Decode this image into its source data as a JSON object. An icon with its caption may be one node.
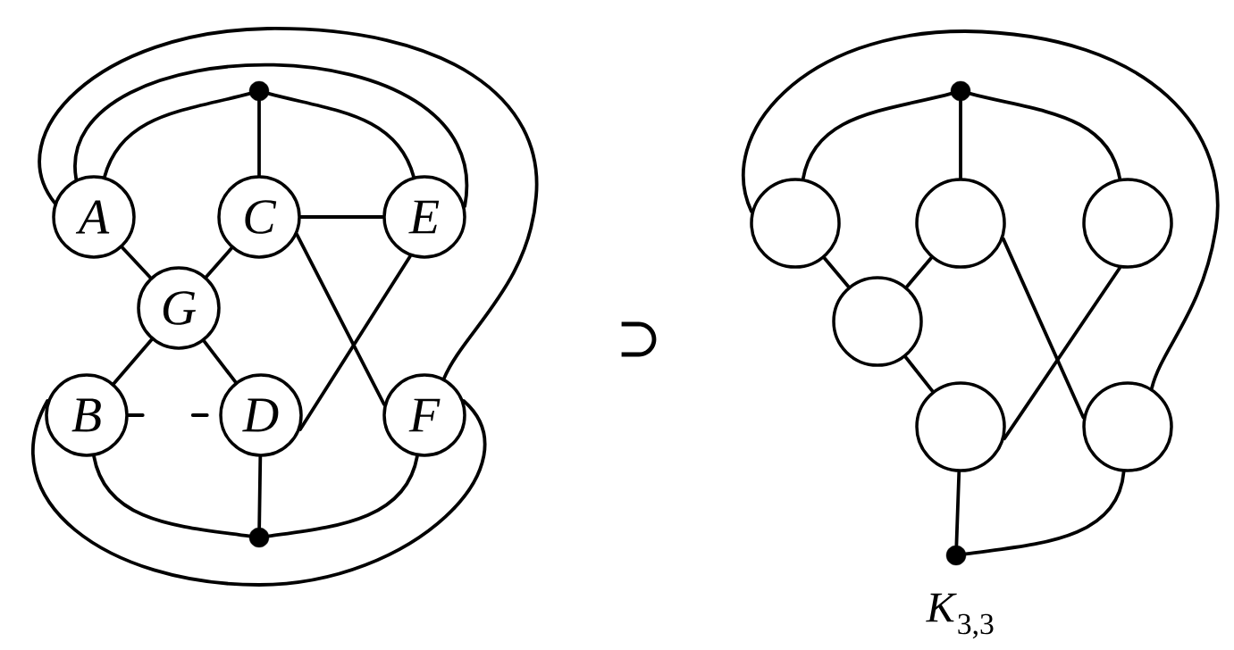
{
  "diagram": {
    "nodes": [
      {
        "text": [],
        "shape": "dot"
      },
      {
        "text": [
          "A"
        ]
      },
      {
        "text": [
          "C"
        ]
      },
      {
        "text": [
          "E"
        ]
      },
      {
        "text": [
          "G"
        ]
      },
      {
        "text": [
          "B"
        ]
      },
      {
        "text": [
          "D"
        ]
      },
      {
        "text": [
          "F"
        ]
      },
      {
        "text": [],
        "shape": "dot"
      },
      {
        "text": [],
        "shape": "dot"
      },
      {
        "text": [],
        "shape": "circle"
      },
      {
        "text": [],
        "shape": "circle"
      },
      {
        "text": [],
        "shape": "circle"
      },
      {
        "text": [],
        "shape": "circle"
      },
      {
        "text": [],
        "shape": "circle"
      },
      {
        "text": [],
        "shape": "circle"
      },
      {
        "text": [],
        "shape": "dot"
      }
    ],
    "edges": [
      {
        "from": 0,
        "to": 1,
        "arrow": "none"
      },
      {
        "from": 0,
        "to": 2,
        "arrow": "none"
      },
      {
        "from": 0,
        "to": 3,
        "arrow": "none"
      },
      {
        "from": 2,
        "to": 3,
        "arrow": "none"
      },
      {
        "from": 1,
        "to": 4,
        "arrow": "none"
      },
      {
        "from": 2,
        "to": 4,
        "arrow": "none"
      },
      {
        "from": 4,
        "to": 5,
        "arrow": "none"
      },
      {
        "from": 4,
        "to": 6,
        "arrow": "none"
      },
      {
        "from": 5,
        "to": 6,
        "arrow": "none",
        "style": "dashed"
      },
      {
        "from": 2,
        "to": 7,
        "arrow": "none"
      },
      {
        "from": 3,
        "to": 6,
        "arrow": "none"
      },
      {
        "from": 6,
        "to": 8,
        "arrow": "none"
      },
      {
        "from": 5,
        "to": 8,
        "arrow": "none"
      },
      {
        "from": 7,
        "to": 8,
        "arrow": "none"
      },
      {
        "from": 1,
        "to": 3,
        "arrow": "none"
      },
      {
        "from": 1,
        "to": 7,
        "arrow": "none"
      },
      {
        "from": 5,
        "to": 7,
        "arrow": "none"
      },
      {
        "from": 9,
        "to": 10,
        "arrow": "none"
      },
      {
        "from": 9,
        "to": 11,
        "arrow": "none"
      },
      {
        "from": 9,
        "to": 12,
        "arrow": "none"
      },
      {
        "from": 10,
        "to": 15,
        "arrow": "none"
      },
      {
        "from": 10,
        "to": 13,
        "arrow": "none"
      },
      {
        "from": 11,
        "to": 13,
        "arrow": "none"
      },
      {
        "from": 13,
        "to": 14,
        "arrow": "none"
      },
      {
        "from": 11,
        "to": 15,
        "arrow": "none"
      },
      {
        "from": 12,
        "to": 14,
        "arrow": "none"
      },
      {
        "from": 14,
        "to": 16,
        "arrow": "none"
      },
      {
        "from": 15,
        "to": 16,
        "arrow": "none"
      }
    ],
    "labels": [
      "⊃",
      "*K*$_{3,3}$"
    ]
  }
}
